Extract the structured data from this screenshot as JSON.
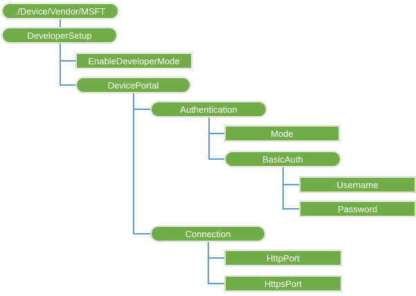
{
  "diagram": {
    "type": "tree",
    "colors": {
      "node_fill": "#70AD47",
      "node_text": "#FFFFFF",
      "connector": "#5B9BD5",
      "background": "#FFFFFF"
    },
    "nodes": [
      {
        "id": "root",
        "label": "./Device/Vendor/MSFT",
        "shape": "pill",
        "parent": null
      },
      {
        "id": "developer-setup",
        "label": "DeveloperSetup",
        "shape": "pill",
        "parent": "root"
      },
      {
        "id": "enable-developer-mode",
        "label": "EnableDeveloperMode",
        "shape": "rect",
        "parent": "developer-setup"
      },
      {
        "id": "device-portal",
        "label": "DevicePortal",
        "shape": "pill",
        "parent": "developer-setup"
      },
      {
        "id": "authentication",
        "label": "Authentication",
        "shape": "pill",
        "parent": "device-portal"
      },
      {
        "id": "mode",
        "label": "Mode",
        "shape": "rect",
        "parent": "authentication"
      },
      {
        "id": "basic-auth",
        "label": "BasicAuth",
        "shape": "pill",
        "parent": "authentication"
      },
      {
        "id": "username",
        "label": "Username",
        "shape": "rect",
        "parent": "basic-auth"
      },
      {
        "id": "password",
        "label": "Password",
        "shape": "rect",
        "parent": "basic-auth"
      },
      {
        "id": "connection",
        "label": "Connection",
        "shape": "pill",
        "parent": "device-portal"
      },
      {
        "id": "http-port",
        "label": "HttpPort",
        "shape": "rect",
        "parent": "connection"
      },
      {
        "id": "https-port",
        "label": "HttpsPort",
        "shape": "rect",
        "parent": "connection"
      }
    ]
  }
}
